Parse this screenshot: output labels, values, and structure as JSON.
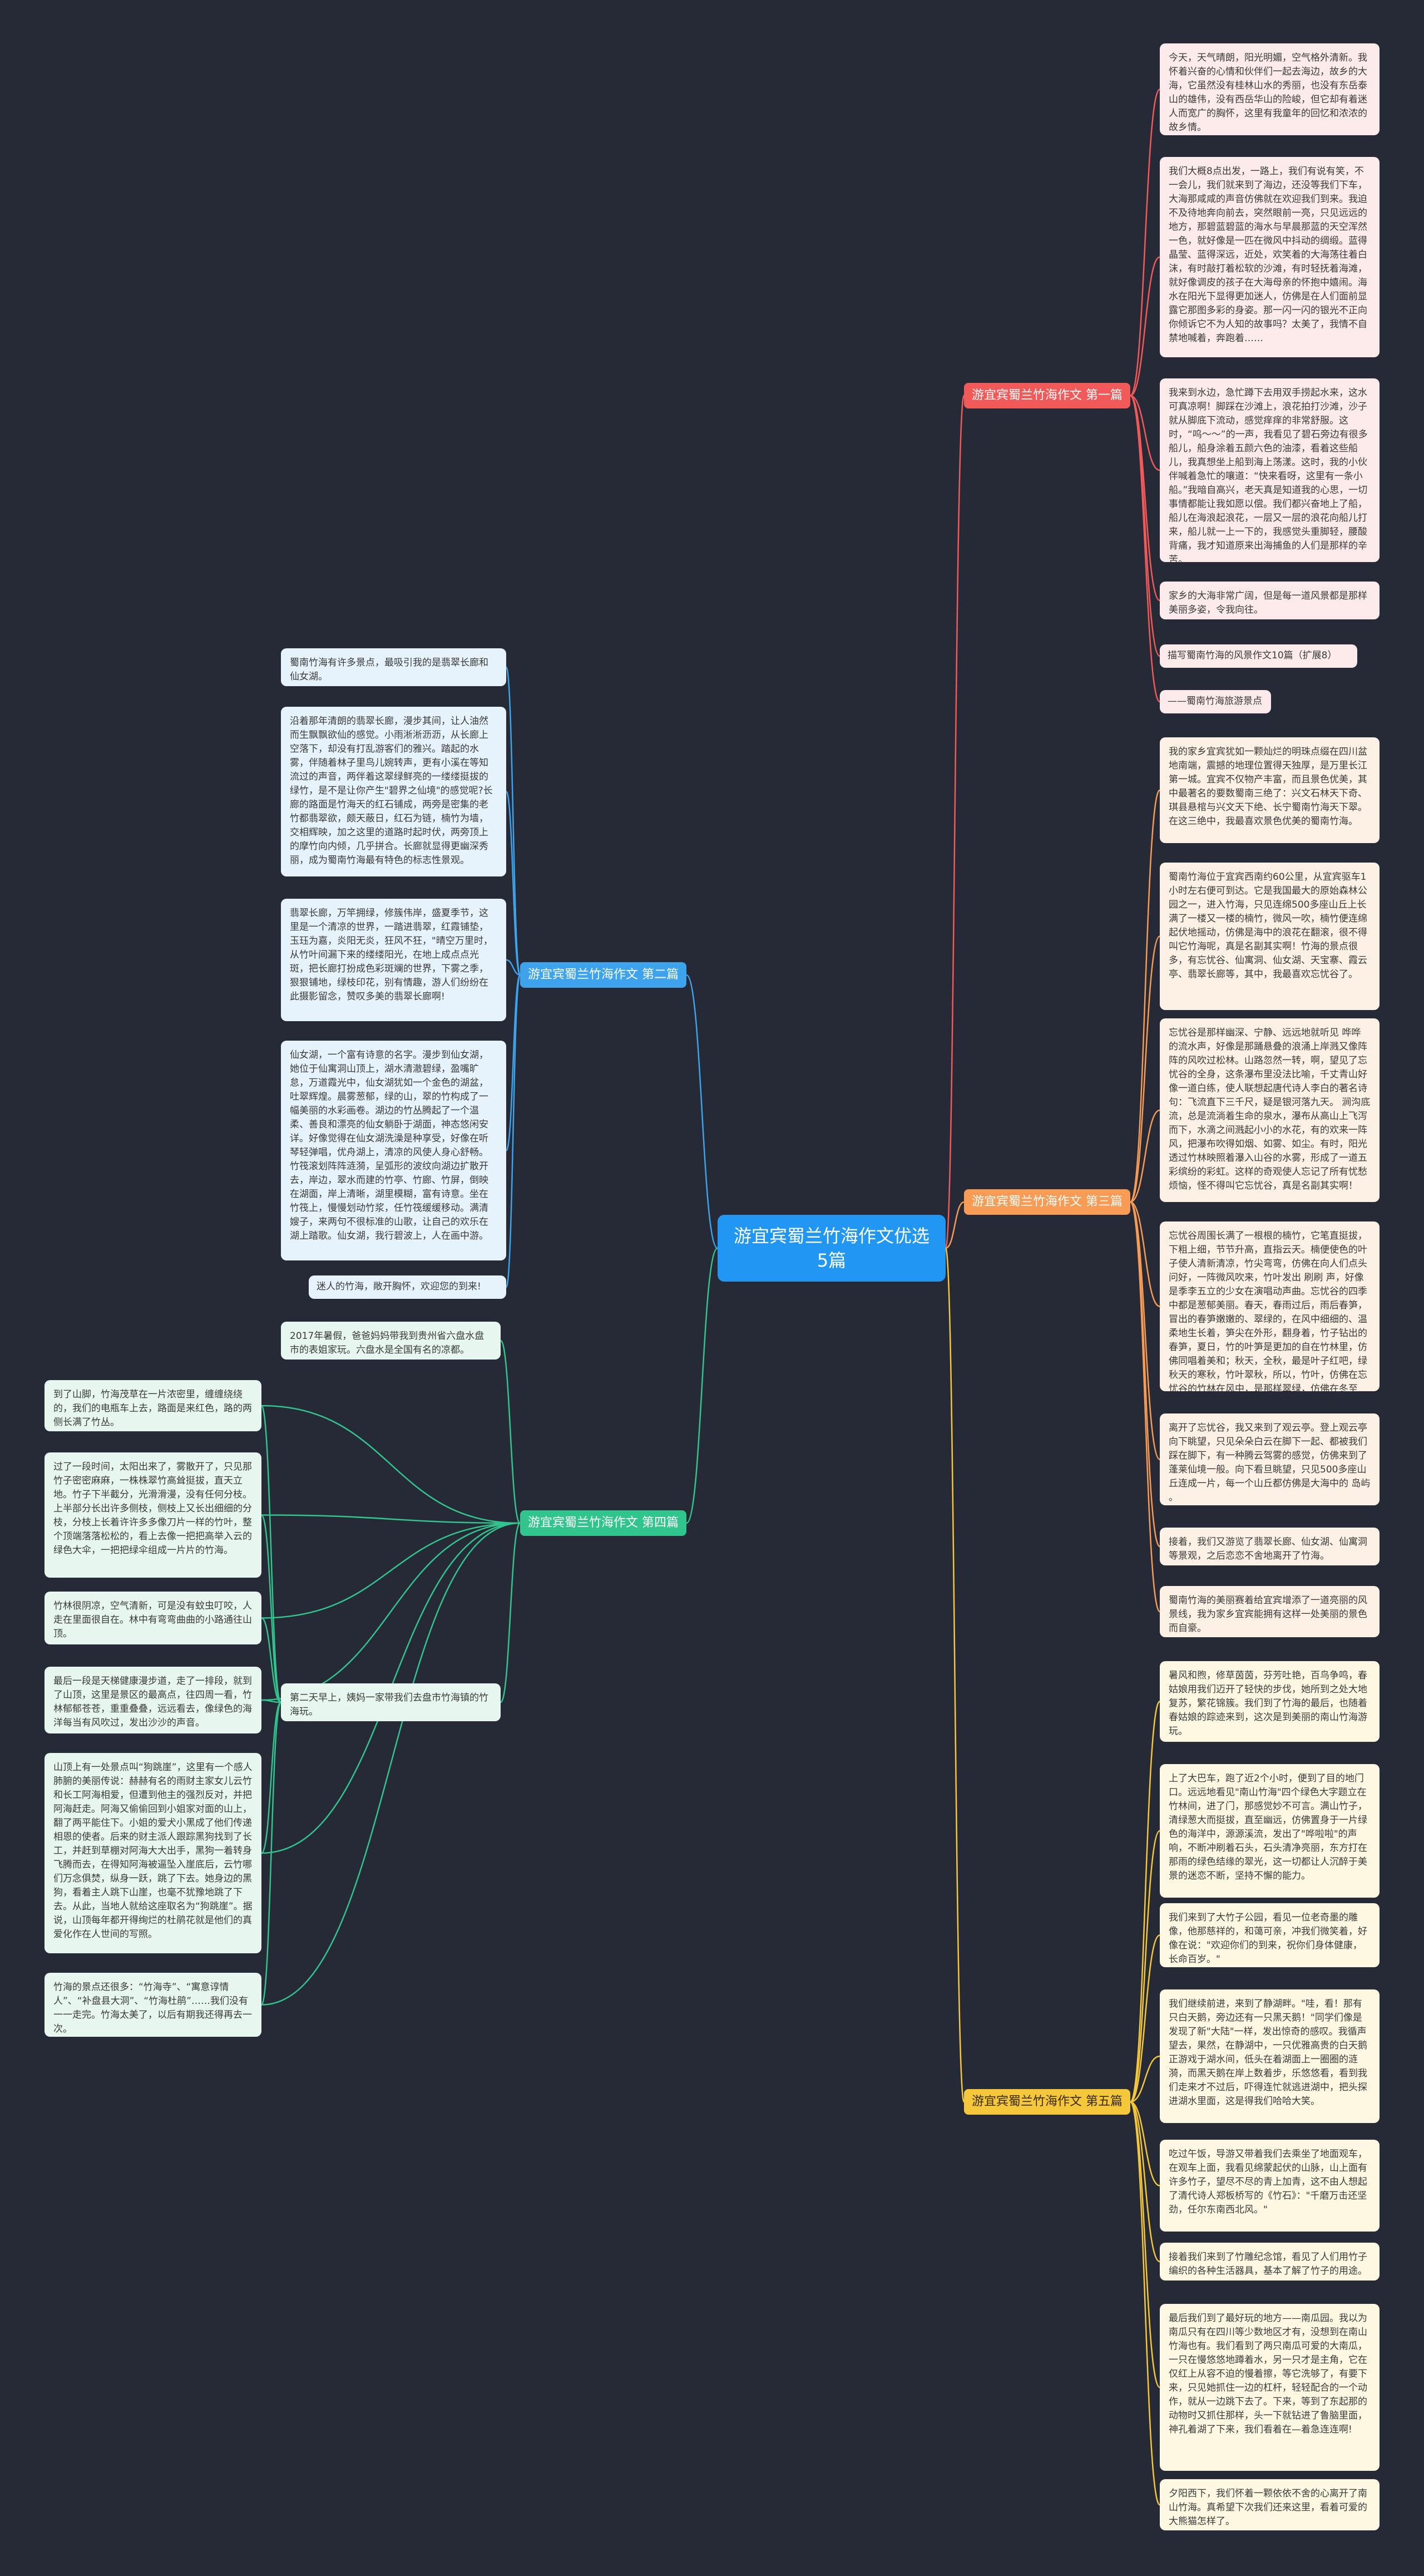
{
  "root": {
    "title": "游宜宾蜀兰竹海作文优选5篇"
  },
  "colors": {
    "background": "#262a36",
    "root": "#2196f3",
    "red": "#f25a5a",
    "blue": "#3da3ec",
    "orange": "#f79b55",
    "green": "#32c48d",
    "yellow": "#f5c73b"
  },
  "branches": [
    {
      "label": "游宜宾蜀兰竹海作文 第一篇",
      "leaves": [
        "今天，天气晴朗，阳光明媚，空气格外清新。我怀着兴奋的心情和伙伴们一起去海边，故乡的大海，它虽然没有桂林山水的秀丽，也没有东岳泰山的雄伟，没有西岳华山的险峻，但它却有着迷人而宽广的胸怀，这里有我童年的回忆和浓浓的故乡情。",
        "我们大概8点出发，一路上，我们有说有笑，不一会儿，我们就来到了海边，还没等我们下车，大海那咸咸的声音仿佛就在欢迎我们到来。我迫不及待地奔向前去，突然眼前一亮，只见远远的地方，那碧蓝碧蓝的海水与早晨那蓝的天空浑然一色，就好像是一匹在微风中抖动的绸缎。蓝得晶莹、蓝得深远，近处，欢笑着的大海荡往着白沫，有时敲打着松软的沙滩，有时轻抚着海滩，就好像调皮的孩子在大海母亲的怀抱中嬉闹。海水在阳光下显得更加迷人，仿佛是在人们面前显露它那图多彩的身姿。那一闪一闪的银光不正向你倾诉它不为人知的故事吗？太美了，我情不自禁地喊着，奔跑着……",
        "我来到水边，急忙蹲下去用双手捞起水来，这水可真凉啊！脚踩在沙滩上，浪花拍打沙滩，沙子就从脚底下流动，感觉痒痒的非常舒服。这时，“呜～～”的一声，我看见了碧石旁边有很多船儿，船身涂着五颜六色的油漆，看着这些船儿，我真想坐上船到海上荡漾。这时，我的小伙伴喊着急忙的嚷道：“快来看呀，这里有一条小船。”我暗自高兴，老天真是知道我的心思，一切事情都能让我如愿以偿。我们都兴奋地上了船，船儿在海浪起浪花，一层又一层的浪花向船儿打来，船儿就一上一下的，我感觉头重脚轻，腰酸背痛，我才知道原来出海捕鱼的人们是那样的辛苦。",
        "家乡的大海非常广阔，但是每一道风景都是那样美丽多姿，令我向往。",
        "描写蜀南竹海的风景作文10篇（扩展8）",
        "——蜀南竹海旅游景点"
      ]
    },
    {
      "label": "游宜宾蜀兰竹海作文 第二篇",
      "leaves": [
        "蜀南竹海有许多景点，最吸引我的是翡翠长廊和仙女湖。",
        "沿着那年清朗的翡翠长廊，漫步其间，让人油然而生飘飘欲仙的感觉。小雨淅淅沥沥，从长廊上空落下，却没有打乱游客们的雅兴。踏起的水雾，伴随着林子里鸟儿婉转声，更有小溪在等知流过的声音，两伴着这翠绿鲜亮的一缕缕挺拔的绿竹，是不是让你产生\"碧界之仙境\"的感觉呢?长廊的路面是竹海天的红石铺成，两旁是密集的老竹都翡翠欲，颇天蔽日，红石为链，楠竹为墙，交相辉映，加之这里的道路时起时伏，两旁顶上的摩竹向内倾，几乎拼合。长廊就显得更幽深秀丽，成为蜀南竹海最有特色的标志性景观。",
        "翡翠长廊，万竿拥绿，修簇伟岸，盛夏季节，这里是一个清凉的世界，一踏进翡翠，红霞铺垫，玉珏为嘉，炎阳无炎，狂风不狂，\"晴空万里时，从竹叶间漏下来的缕缕阳光，在地上成点点光斑，把长廊打扮成色彩斑斓的世界，下雾之季，狠狠铺地，绿枝印花，别有情趣，游人们纷纷在此摄影留念，赞叹多美的翡翠长廊啊!",
        "仙女湖，一个富有诗意的名字。漫步到仙女湖，她位于仙寓洞山顶上，湖水清澈碧绿，盈嘴旷怠，万道霞光中，仙女湖犹如一个金色的湖盆，吐翠辉煌。晨雾葱郁，绿的山，翠的竹构成了一幅美丽的水彩画卷。湖边的竹丛腾起了一个温柔、善良和漂亮的仙女躺卧于湖面，神态悠闲安详。好像觉得在仙女湖洗澡是种享受，好像在听琴轻弹唱，优舟湖上，清凉的风使人身心舒畅。竹筏滚划阵阵涟漪，呈弧形的波纹向湖边扩散开去，岸边，翠水而建的竹亭、竹廊、竹屏，倒映在湖面，岸上清晰，湖里模糊，富有诗意。坐在竹筏上，慢慢划动竹浆，任竹筏缓缓移动。满清嫂子，来两句不很标准的山歌，让自己的欢乐在湖上踏歌。仙女湖，我行碧波上，人在画中游。",
        "迷人的竹海，敞开胸怀，欢迎您的到来!"
      ]
    },
    {
      "label": "游宜宾蜀兰竹海作文 第三篇",
      "leaves": [
        "我的家乡宜宾犹如一颗灿烂的明珠点缀在四川盆地南端，震撼的地理位置得天独厚，是万里长江第一城。宜宾不仅物产丰富，而且景色优美，其中最著名的要数蜀南三绝了：兴文石林天下奇、琪县悬棺与兴文天下绝、长宁蜀南竹海天下翠。在这三绝中，我最喜欢景色优美的蜀南竹海。",
        "蜀南竹海位于宜宾西南约60公里，从宜宾驱车1小时左右便可到达。它是我国最大的原始森林公园之一，进入竹海，只见连绵500多座山丘上长满了一楼又一楼的楠竹，微风一吹，楠竹便连绵起伏地摇动，仿佛是海中的浪花在翻滚，很不得叫它竹海呢，真是名副其实啊！竹海的景点很多，有忘忧谷、仙寓洞、仙女湖、天宝寨、霞云亭、翡翠长廊等，其中，我最喜欢忘忧谷了。",
        "忘忧谷是那样幽深、宁静、远远地就听见 哗哗 的流水声，好像是那踊悬叠的浪涌上岸溅又像阵阵的风吹过松林。山路忽然一转，啊，望见了忘忧谷的全身，这条瀑布里没法比喻，千丈青山好像一道白练，使人联想起唐代诗人李白的著名诗句：飞流直下三千尺，疑是银河落九天。 涧沟底流，总是流淌着生命的泉水，瀑布从高山上飞泻而下，水滴之间溅起小小的水花，有的欢来一阵风，把瀑布吹得如烟、如雾、如尘。有时，阳光透过竹林映照着瀑入山谷的水雾，形成了一道五彩缤纷的彩虹。这样的奇观使人忘记了所有忧愁烦恼，怪不得叫它忘忧谷，真是名副其实啊！",
        "忘忧谷周围长满了一根根的楠竹，它笔直挺拔，下粗上细，节节升高，直指云天。楠便使色的叶子使人清新清凉，竹尖弯弯，仿佛在向人们点头问好，一阵微风吹来，竹叶发出 刷刷 声，好像是季李五立的少女在演唱动声曲。忘忧谷的四季中都是葱郁美丽。春天，春雨过后，雨后春笋，冒出的春笋嫩嫩的、翠绿的，在风中细细的、温柔地生长着，笋尖在外形，翻身着，竹子钻出的春笋，夏日，竹的叶笋是更加的自在竹林里，仿佛同唱着美和；秋天，全秋，最是叶子红吧，绿秋天的寒秋，竹叶翠秋，所以，竹叶，仿佛在忘忧谷的竹林在风中，是那样翠绿，仿佛在冬至里，竹在冬天里也是那样翠绿，使人心旷神怡。竹在四季中都是那样翠绿，竹叶翠绿仿佛是竹海的音乐会，树上挂满了毛茸茸、亮晶晶的雾凇儿，好一片银装素裹的世界。",
        "离开了忘忧谷，我又来到了观云亭。登上观云亭向下眺望，只见朵朵白云在脚下一起、都被我们踩在脚下，有一种腾云驾雾的感觉，仿佛来到了蓬莱仙境一般。向下看旦眺望，只见500多座山丘连成一片，每一个山丘都仿佛是大海中的 岛屿 。",
        "接着，我们又游览了翡翠长廊、仙女湖、仙寓洞等景观，之后恋恋不舍地离开了竹海。",
        "蜀南竹海的美丽赛着给宜宾增添了一道亮丽的风景线，我为家乡宜宾能拥有这样一处美丽的景色而自豪。"
      ]
    },
    {
      "label": "游宜宾蜀兰竹海作文 第四篇",
      "leaves": [
        "2017年暑假，爸爸妈妈带我到贵州省六盘水盘市的表姐家玩。六盘水是全国有名的凉都。",
        "第二天早上，姨妈一家带我们去盘市竹海镇的竹海玩。",
        "到了山脚，竹海茂草在一片浓密里，缠缠绕绕的，我们的电瓶车上去，路面是来红色，路的两侧长满了竹丛。",
        "过了一段时间，太阳出来了，雾散开了，只见那竹子密密麻麻，一株株翠竹高耸挺拔，直天立地。竹子下半截分，光滑滑漫，没有任何分枝。上半部分长出许多侧枝，侧枝上又长出细细的分枝，分枝上长着许许多多像刀片一样的竹叶，整个顶端落落松松的，看上去像一把把高举入云的绿色大伞，一把把绿伞组成一片片的竹海。",
        "竹林很阴凉，空气清新，可是没有蚊虫叮咬，人走在里面很自在。林中有弯弯曲曲的小路通往山顶。",
        "最后一段是天梯健康漫步道，走了一排段，就到了山顶，这里是景区的最高点，往四周一看，竹林郁郁苍苍，重重叠叠，远远看去，像绿色的海洋每当有风吹过，发出沙沙的声音。",
        "山顶上有一处景点叫“狗跳崖”，这里有一个感人肺腑的美丽传说：赫赫有名的雨财主家女儿云竹和长工阿海相爱，但遭到他主的强烈反对，并把阿海赶走。阿海又偷偷回到小姐家对面的山上，翻了两平能住下。小姐的爱犬小黑成了他们传递相恩的使者。后来的财主派人跟踪黑狗找到了长工，并赶到草棚对阿海大大出手，黑狗一着转身飞腾而去，在得知阿海被逼坠入崖底后，云竹哪们万念俱焚，纵身一跃，跳了下去。她身边的黑狗，看着主人跳下山崖，也毫不犹豫地跳了下去。从此，当地人就给这座取名为“狗跳崖”。据说，山顶每年都开得绚烂的杜鹃花就是他们的真爱化作在人世间的写照。",
        "竹海的景点还很多：“竹海寺”、“寓意谆情人”、“补盘县大洞”、“竹海杜鹃”……我们没有一一走完。竹海太美了，以后有期我还得再去一次。"
      ]
    },
    {
      "label": "游宜宾蜀兰竹海作文 第五篇",
      "leaves": [
        "暑风和煦，修草茵茵，芬芳吐艳，百鸟争鸣，春姑娘用我们迈开了轻快的步伐，她所到之处大地复苏，繁花锦簇。我们到了竹海的最后，也随着春姑娘的踪迹来到，这次是到美丽的南山竹海游玩。",
        "上了大巴车，跑了近2个小时，便到了目的地门口。远远地看见\"南山竹海\"四个绿色大字题立在竹林间，进了门，那感觉妙不可言。满山竹子，清绿葱大而挺拔，直至幽远，仿佛置身于一片绿色的海洋中，源源溪流，发出了\"哗啦啦\"的声响，不断冲刷着石头，石头清净亮丽，东方打在那雨的绿色结缘的翠光，这一切都让人沉醉于美景的迷恋不断，坚持不懈的能力。",
        "我们来到了大竹子公园，看见一位老奇墨的雕像，他那慈祥的，和蔼可亲，冲我们微笑着，好像在说：\"欢迎你们的到来，祝你们身体健康，长命百岁。\"",
        "我们继续前进，来到了静湖畔。\"哇，看！那有只白天鹅，旁边还有一只黑天鹅！\"同学们像是发现了新\"大陆\"一样，发出惊奇的感叹。我循声望去，果然，在静湖中，一只优雅高贵的白天鹅正游戏于湖水间，低头在着湖面上一圈圈的涟漪，而黑天鹅在岸上数着步，乐悠悠看，看到我们走来才不过后，吓得连忙就逃进湖中，把头探进湖水里面，这是得我们哈哈大笑。",
        "吃过午饭，导游又带着我们去乘坐了地面观车，在观车上面，我看见绵蒙起伏的山脉，山上面有许多竹子，望尽不尽的青上加青，这不由人想起了清代诗人郑板桥写的《竹石》：\"千磨万击还坚劲，任尔东南西北风。\"",
        "接着我们来到了竹雕纪念馆，看见了人们用竹子编织的各种生活器具，基本了解了竹子的用途。",
        "最后我们到了最好玩的地方——南瓜园。我以为南瓜只有在四川等少数地区才有，没想到在南山竹海也有。我们看到了两只南瓜可爱的大南瓜，一只在慢悠悠地蹲着水，另一只才是主角，它在仅红上从容不迫的慢着擦，等它洗够了，有要下来，只见她抓住一边的杠杆，轻轻配合的一个动作，就从一边跳下去了。下来，等到了东起那的动物时又抓住那样，头一下就钻进了鲁脑里面，神孔着湖了下来，我们看着在—着急连连啊!",
        "夕阳西下，我们怀着一颗依依不舍的心离开了南山竹海。真希望下次我们还来这里，看着可爱的大熊猫怎样了。"
      ]
    }
  ]
}
